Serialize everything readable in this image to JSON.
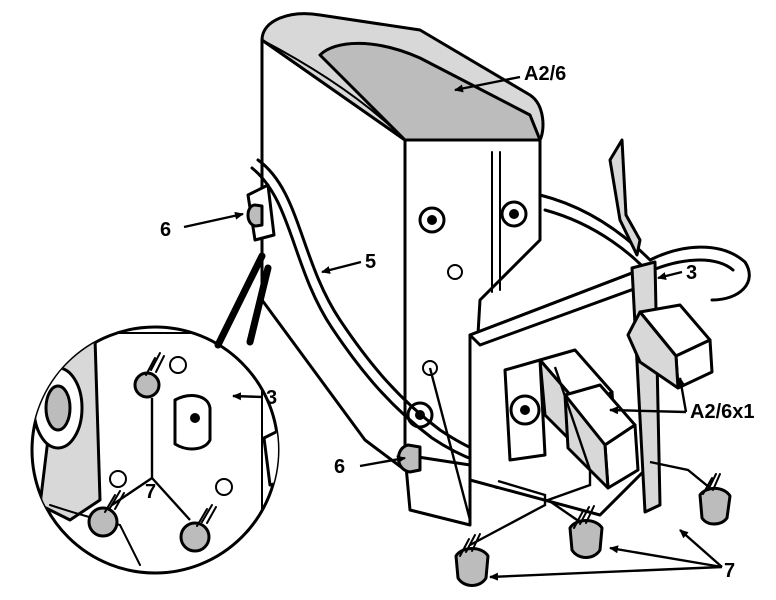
{
  "labels": {
    "control_unit": "A2/6",
    "connector": "A2/6x1",
    "cable": "5",
    "bracket": "3",
    "clip": "6",
    "screw": "7"
  }
}
